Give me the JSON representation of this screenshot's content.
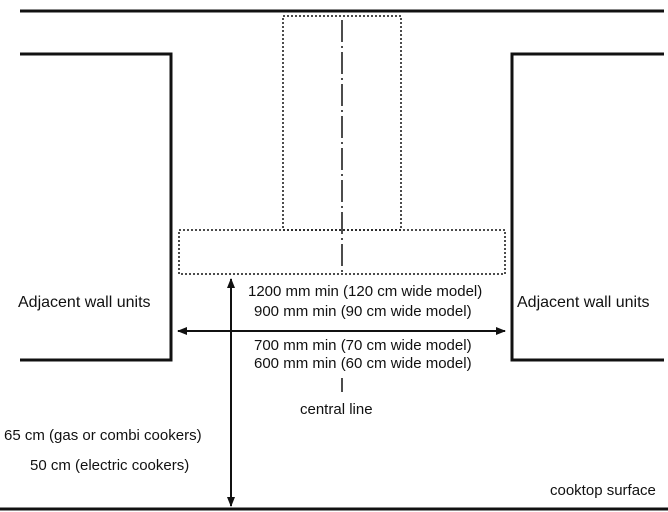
{
  "labels": {
    "left_units": "Adjacent wall units",
    "right_units": "Adjacent wall units",
    "width_line1": "1200 mm min (120 cm wide model)",
    "width_line2": "900 mm min (90 cm wide model)",
    "width_line3": "700 mm min (70 cm wide model)",
    "width_line4": "600 mm min (60 cm wide model)",
    "central_line": "central line",
    "height_line1": "65 cm (gas or combi cookers)",
    "height_line2": "50 cm (electric cookers)",
    "surface": "cooktop surface"
  }
}
